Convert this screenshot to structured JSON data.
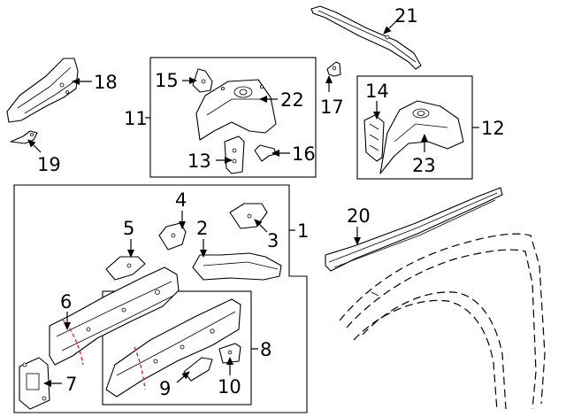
{
  "diagram": {
    "callouts": {
      "c1": "1",
      "c2": "2",
      "c3": "3",
      "c4": "4",
      "c5": "5",
      "c6": "6",
      "c7": "7",
      "c8": "8",
      "c9": "9",
      "c10": "10",
      "c11": "11",
      "c12": "12",
      "c13": "13",
      "c14": "14",
      "c15": "15",
      "c16": "16",
      "c17": "17",
      "c18": "18",
      "c19": "19",
      "c20": "20",
      "c21": "21",
      "c22": "22",
      "c23": "23"
    },
    "colors": {
      "line": "#000000",
      "cut_line": "#d9262b",
      "background": "#ffffff"
    }
  }
}
